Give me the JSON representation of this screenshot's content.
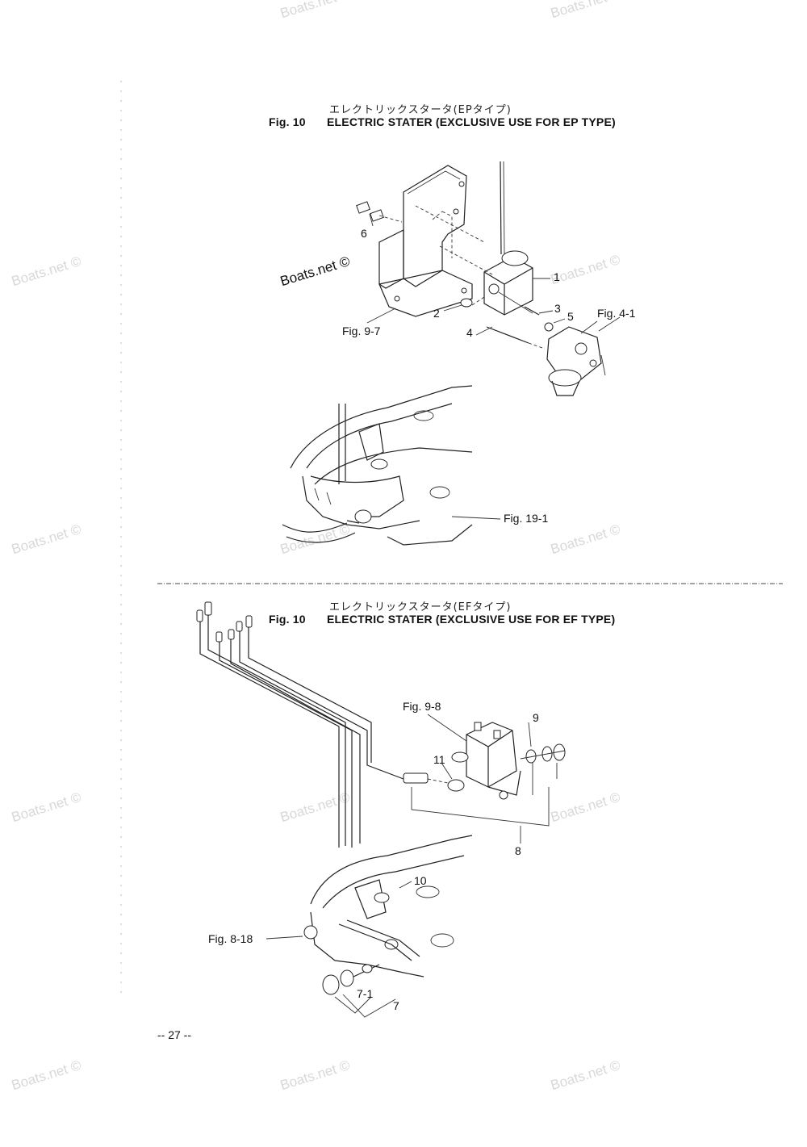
{
  "top": {
    "jp_title": "エレクトリックスタータ(EPタイプ)",
    "fig_no": "Fig. 10",
    "fig_title": "ELECTRIC STATER (EXCLUSIVE USE FOR EP TYPE)",
    "watermark": "Boats.net ©",
    "callouts": {
      "c1": "1",
      "c2": "2",
      "c3": "3",
      "c4": "4",
      "c5": "5",
      "c6": "6"
    },
    "refs": {
      "fig9_7": "Fig. 9-7",
      "fig4_1": "Fig. 4-1",
      "fig19_1": "Fig. 19-1"
    }
  },
  "bottom": {
    "jp_title": "エレクトリックスタータ(EFタイプ)",
    "fig_no": "Fig. 10",
    "fig_title": "ELECTRIC STATER (EXCLUSIVE USE FOR EF TYPE)",
    "callouts": {
      "c7": "7",
      "c7_1": "7-1",
      "c8": "8",
      "c9": "9",
      "c10": "10",
      "c11": "11"
    },
    "refs": {
      "fig9_8": "Fig. 9-8",
      "fig8_18": "Fig. 8-18"
    }
  },
  "page_number": "-- 27 --",
  "watermarks": [
    "Boats.net ©",
    "Boats.net ©",
    "Boats.net ©",
    "Boats.net ©",
    "Boats.net ©",
    "Boats.net ©",
    "Boats.net ©",
    "Boats.net ©",
    "Boats.net ©",
    "Boats.net ©",
    "Boats.net ©",
    "Boats.net ©",
    "Boats.net ©"
  ]
}
